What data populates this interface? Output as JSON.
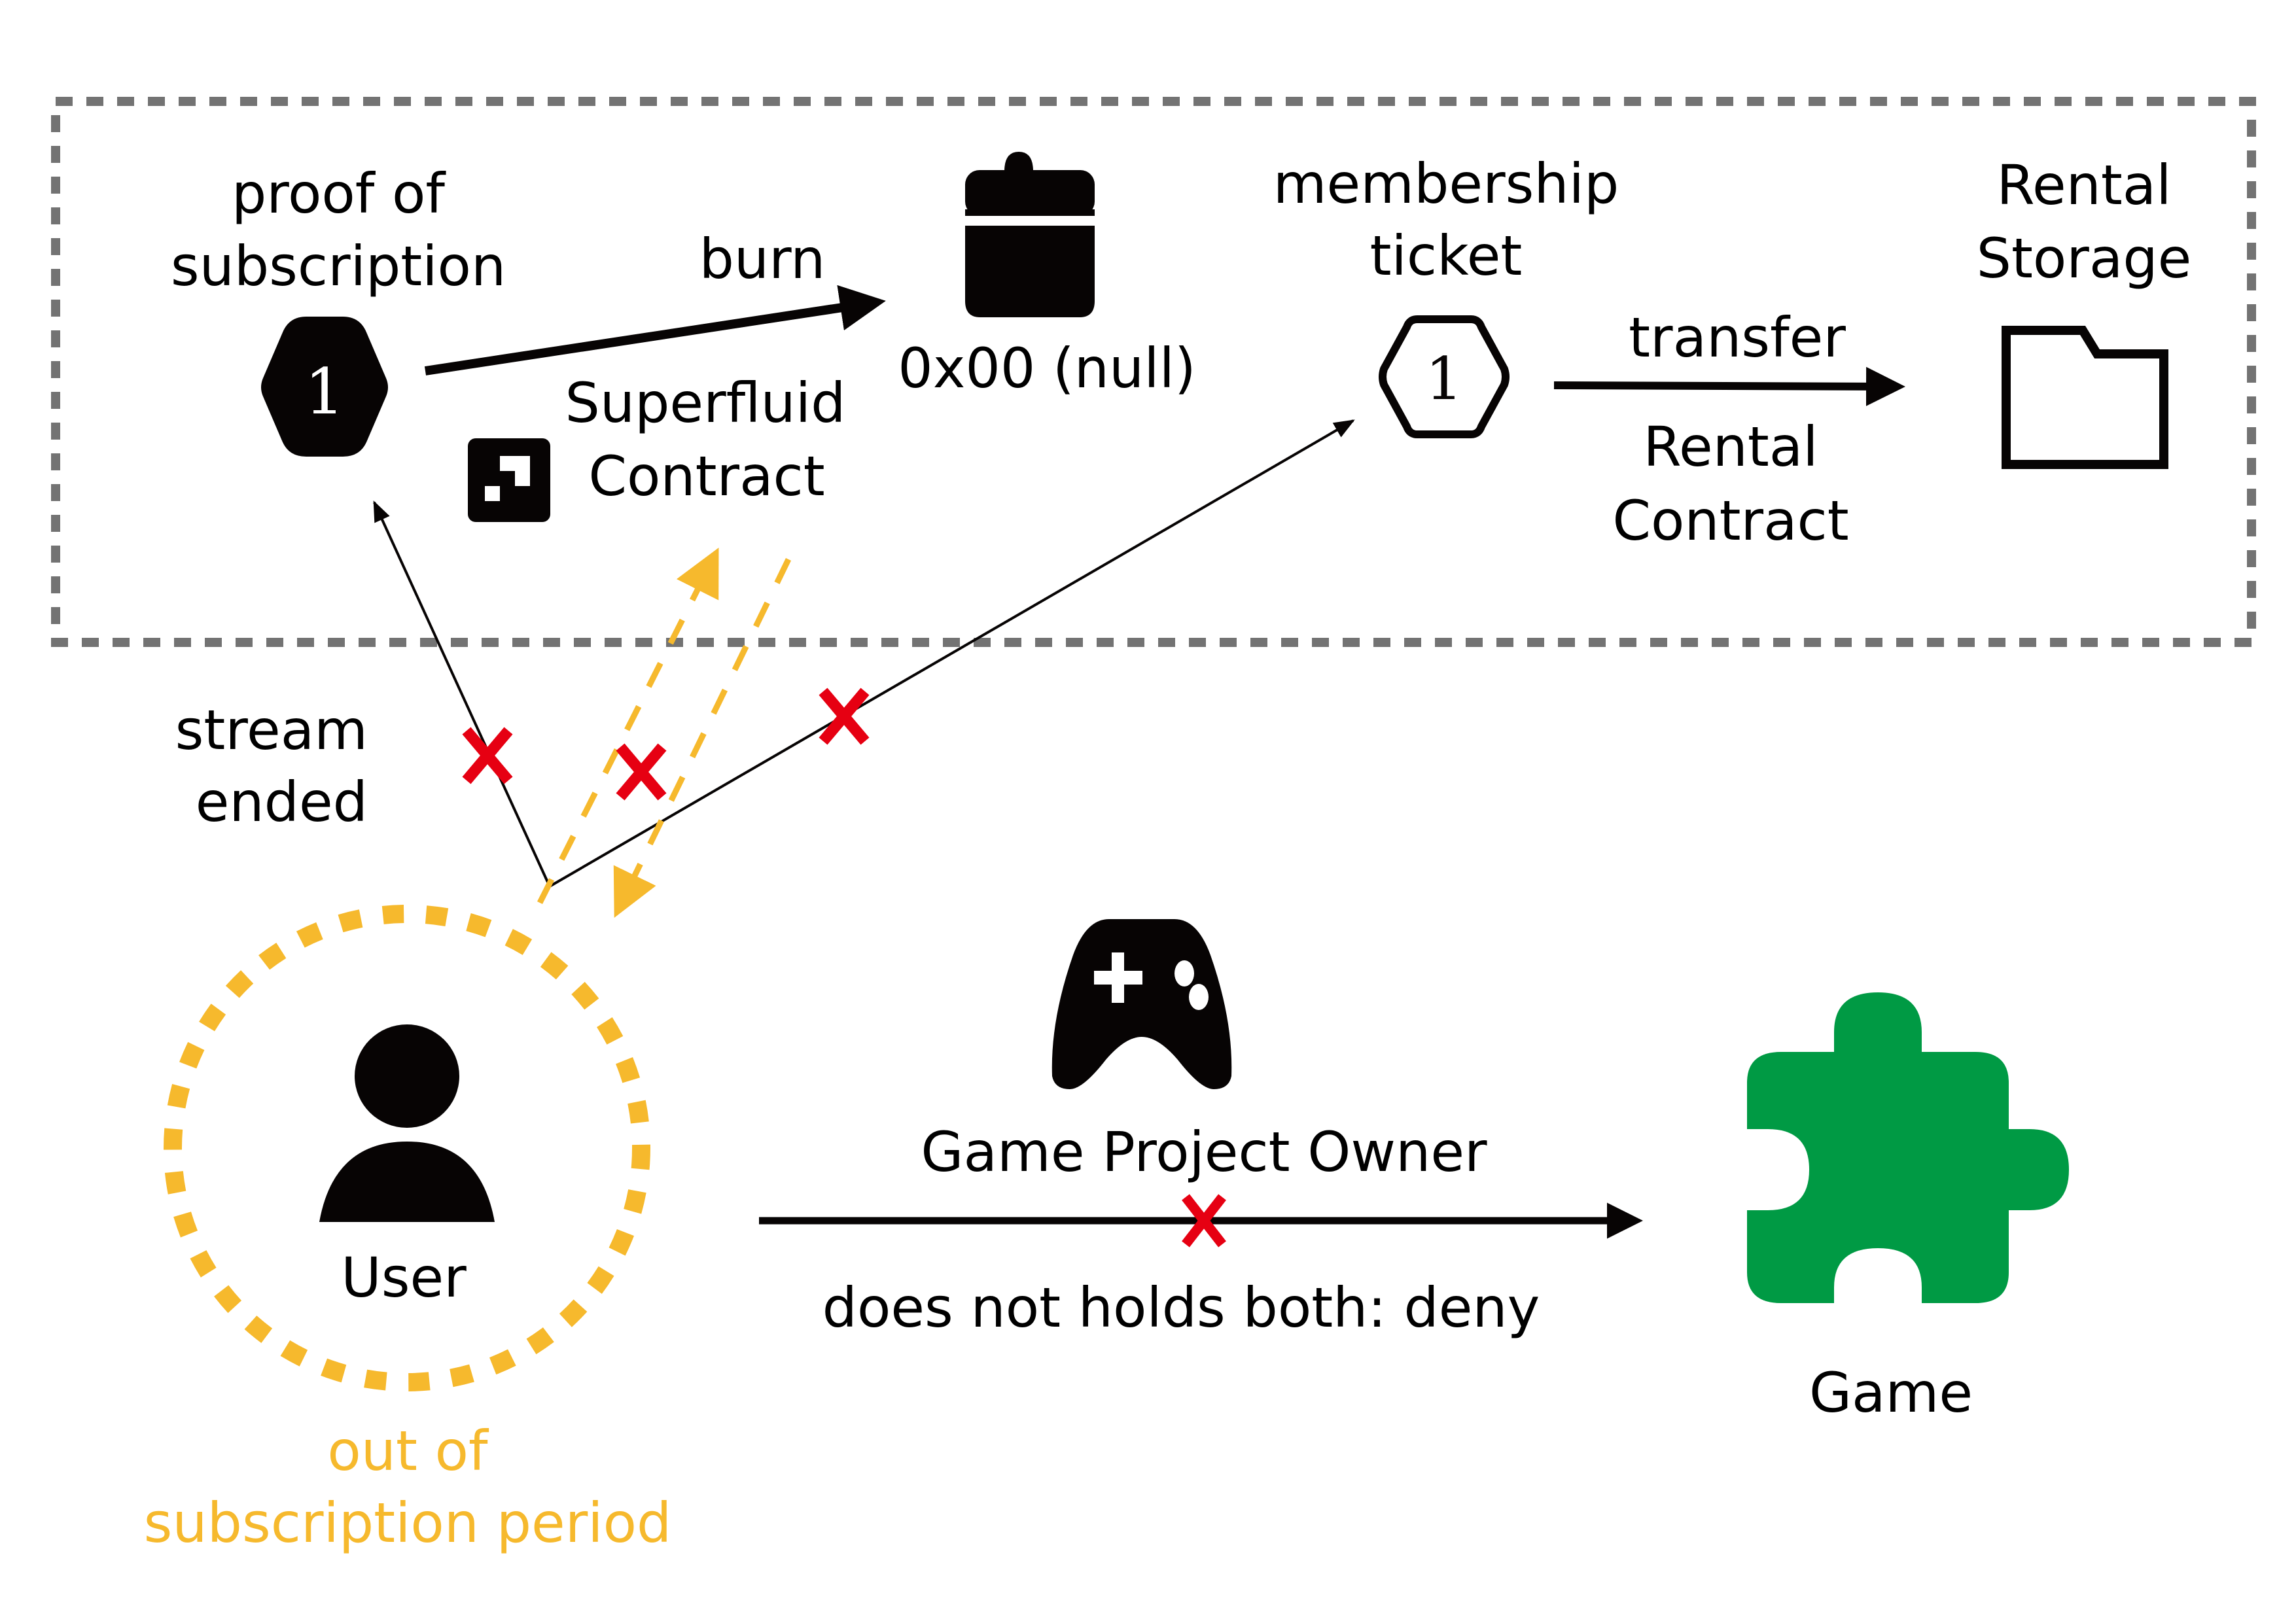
{
  "colors": {
    "box_border": "#737373",
    "ink": "#070404",
    "yellow": "#F6B92D",
    "red": "#E60012",
    "green": "#009A44"
  },
  "box_region": {
    "proof": {
      "line1": "proof of",
      "line2": "subscription",
      "token_value": "1",
      "icon": "hexagon-token-filled-icon"
    },
    "burn": {
      "label": "burn"
    },
    "null_address": {
      "label": "0x00 (null)",
      "icon": "trash-icon"
    },
    "superfluid": {
      "line1": "Superfluid",
      "line2": "Contract",
      "icon": "superfluid-logo-icon"
    },
    "membership": {
      "line1": "membership",
      "line2": "ticket",
      "token_value": "1",
      "icon": "hexagon-token-outline-icon"
    },
    "transfer": {
      "label": "transfer",
      "contract_line1": "Rental",
      "contract_line2": "Contract"
    },
    "storage": {
      "line1": "Rental",
      "line2": "Storage",
      "icon": "folder-icon"
    }
  },
  "user_region": {
    "stream_line1": "stream",
    "stream_line2": "ended",
    "user_label": "User",
    "user_icon": "user-icon",
    "status_line1": "out of",
    "status_line2": "subscription period",
    "denied_marks": 3
  },
  "access": {
    "owner_label": "Game Project Owner",
    "owner_icon": "gamepad-icon",
    "result_label": "does not holds both: deny",
    "game_label": "Game",
    "game_icon": "puzzle-piece-icon"
  }
}
